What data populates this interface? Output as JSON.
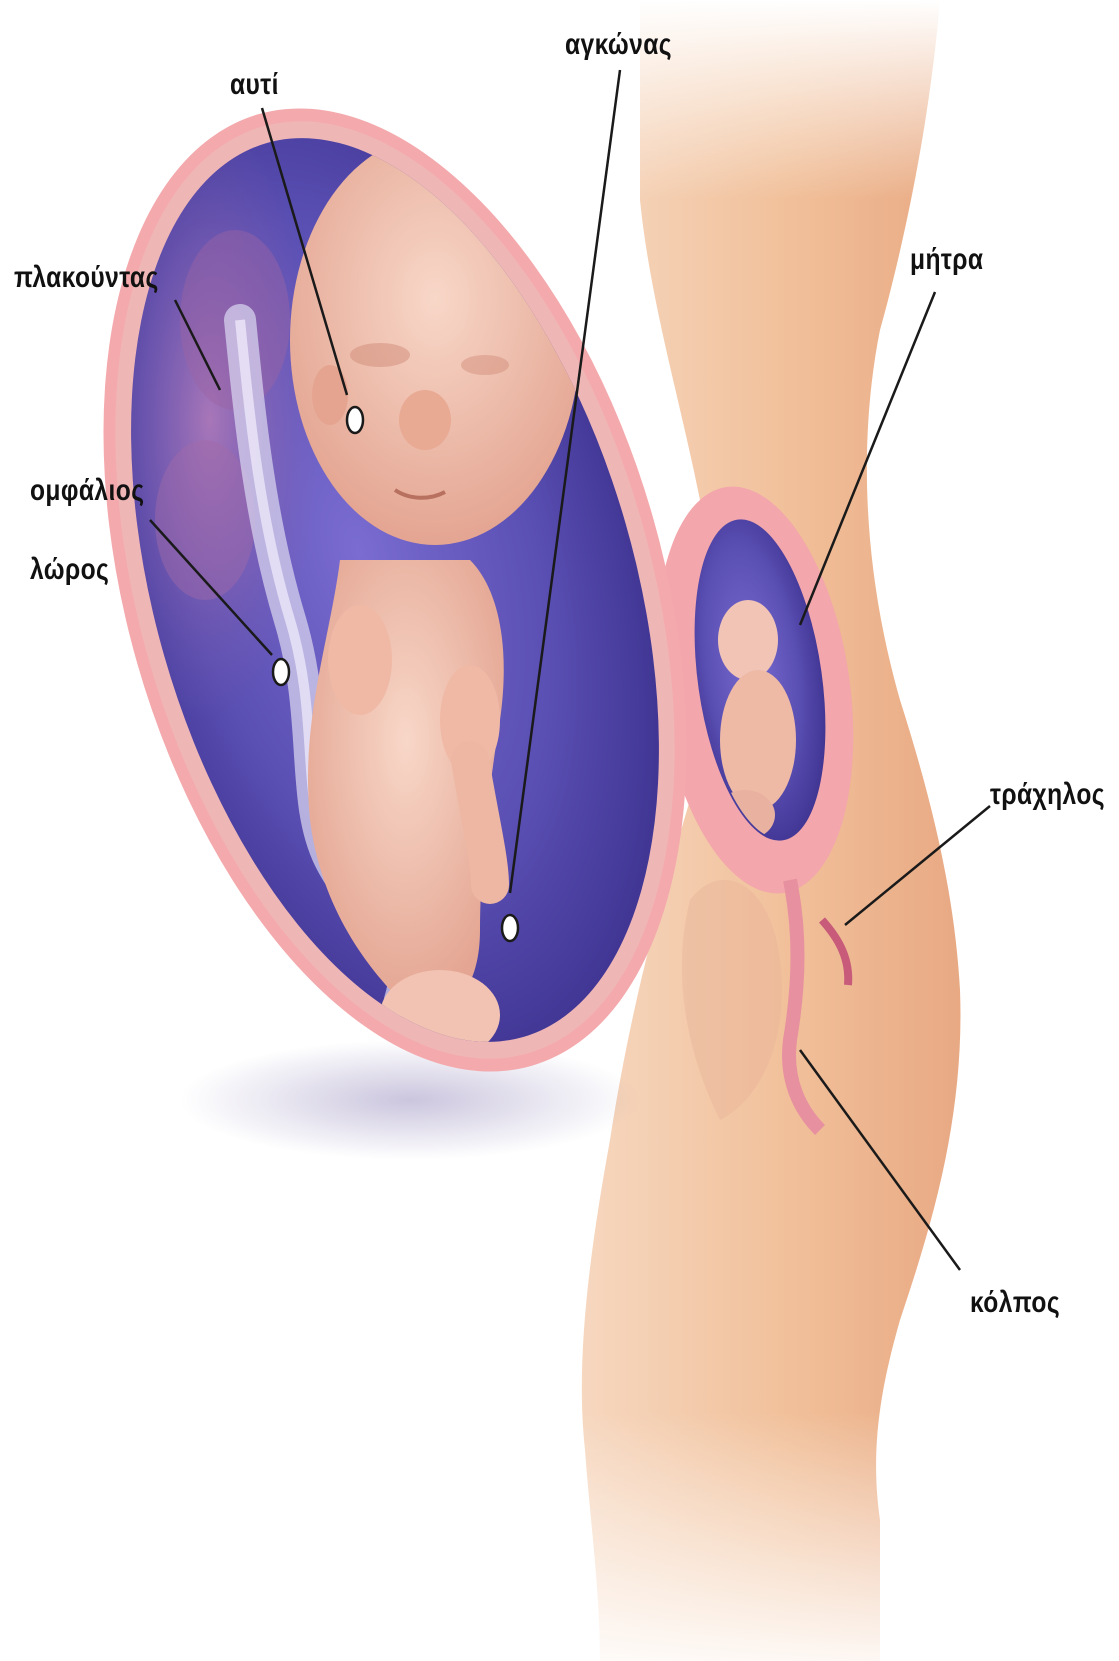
{
  "labels": {
    "ear": "αυτί",
    "elbow": "αγκώνας",
    "placenta": "πλακούντας",
    "umbilical_cord_line1": "ομφάλιος",
    "umbilical_cord_line2": "λώρος",
    "uterus": "μήτρα",
    "cervix": "τράχηλος",
    "vagina": "κόλπος"
  },
  "colors": {
    "skin": "#f1c6a0",
    "skin_shadow": "#d99e78",
    "uterus_wall": "#f0a2a8",
    "amniotic_fluid": "#5a4fb3",
    "fetus": "#f3c2b0",
    "label_text": "#111111",
    "pointer_line": "#1a1a1a"
  }
}
